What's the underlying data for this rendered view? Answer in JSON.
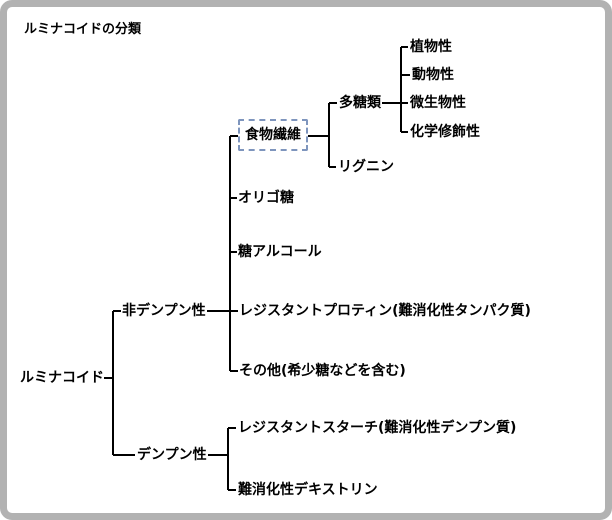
{
  "diagram": {
    "title": "ルミナコイドの分類",
    "nodes": {
      "root": "ルミナコイド",
      "non_starch": "非デンプン性",
      "starch": "デンプン性",
      "dietary_fiber": "食物繊維",
      "oligosaccharide": "オリゴ糖",
      "sugar_alcohol": "糖アルコール",
      "resistant_protein": "レジスタントプロティン(難消化性タンパク質)",
      "others": "その他(希少糖などを含む)",
      "polysaccharide": "多糖類",
      "lignin": "リグニン",
      "plant": "植物性",
      "animal": "動物性",
      "microbial": "微生物性",
      "chemically_modified": "化学修飾性",
      "resistant_starch": "レジスタントスターチ(難消化性デンプン質)",
      "indigestible_dextrin": "難消化性デキストリン"
    }
  }
}
